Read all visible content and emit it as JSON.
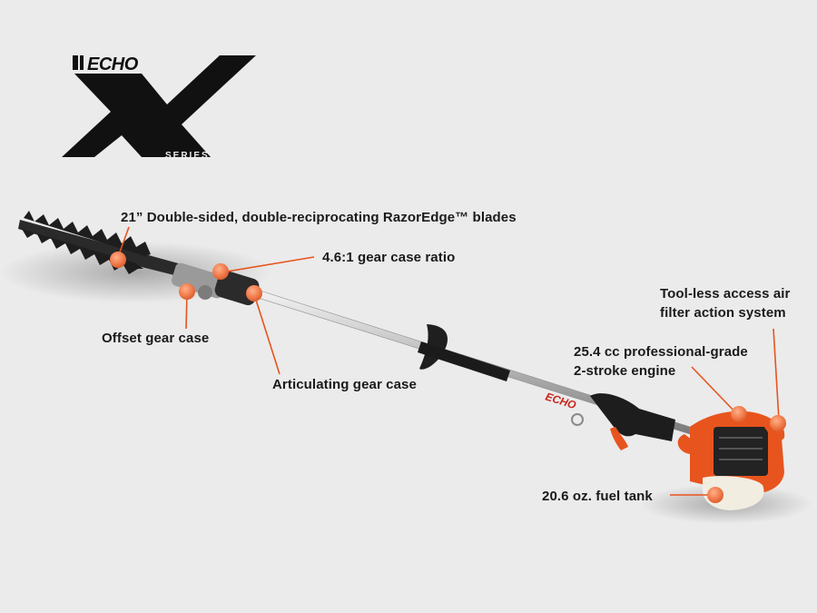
{
  "logo": {
    "brand": "ECHO",
    "series_word": "SERIES",
    "icon": "echo-x-series-logo"
  },
  "product": {
    "icon": "pole-hedge-trimmer",
    "shaft_brand": "ECHO"
  },
  "colors": {
    "background": "#ebebeb",
    "accent_orange": "#e8541e",
    "marker_orange": "#f07a4a",
    "text": "#1a1a1a"
  },
  "callouts": {
    "blades": "21” Double-sided, double-reciprocating RazorEdge™ blades",
    "gear_ratio": "4.6:1 gear case ratio",
    "offset_gear": "Offset gear case",
    "articulating_gear": "Articulating gear case",
    "air_filter_line1": "Tool-less access air",
    "air_filter_line2": "filter action system",
    "engine_line1": "25.4 cc professional-grade",
    "engine_line2": "2-stroke engine",
    "fuel_tank": "20.6 oz. fuel tank"
  }
}
